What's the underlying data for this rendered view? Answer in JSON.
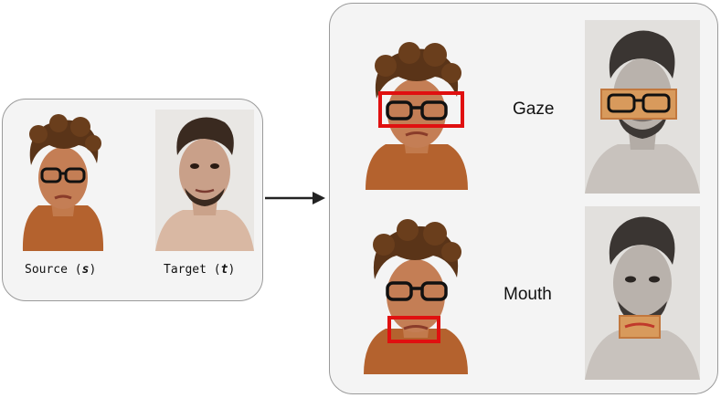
{
  "source_caption": {
    "text": "Source",
    "symbol": "s"
  },
  "target_caption": {
    "text": "Target",
    "symbol": "t"
  },
  "rows": [
    {
      "label": "Gaze"
    },
    {
      "label": "Mouth"
    }
  ],
  "colors": {
    "panel_border": "#9a9a9a",
    "panel_fill": "#f4f4f4",
    "highlight_box": "#e01010",
    "transferred_patch": "#d89a5c",
    "arrow": "#222222"
  }
}
